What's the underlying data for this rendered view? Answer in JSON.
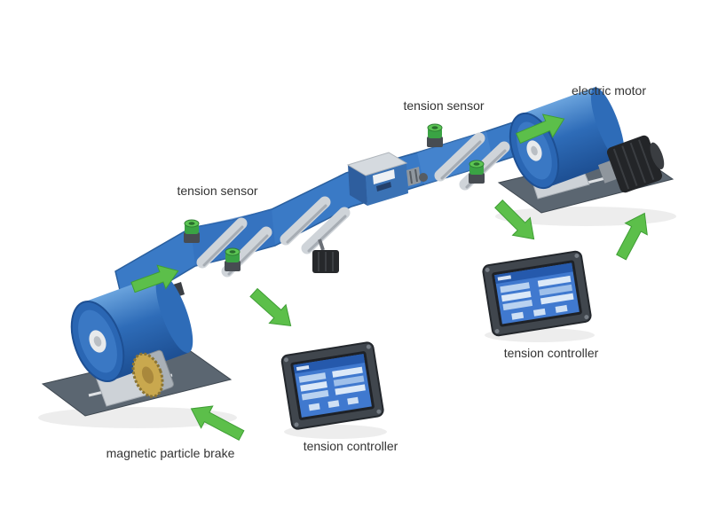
{
  "labels": {
    "tension_sensor_left": "tension sensor",
    "tension_sensor_right": "tension sensor",
    "electric_motor": "electric motor",
    "magnetic_particle_brake": "magnetic particle brake",
    "tension_controller_lower": "tension controller",
    "tension_controller_right": "tension controller"
  },
  "colors": {
    "web_blue": "#3a7ac6",
    "arrow_green": "#5cbf4a",
    "base_grey": "#5b6671",
    "roller_grey": "#cfd4d9",
    "sensor_green": "#3aa344",
    "panel_frame_grey": "#40464d",
    "panel_screen_blue": "#4079cf",
    "brake_gold": "#c9a84e"
  }
}
